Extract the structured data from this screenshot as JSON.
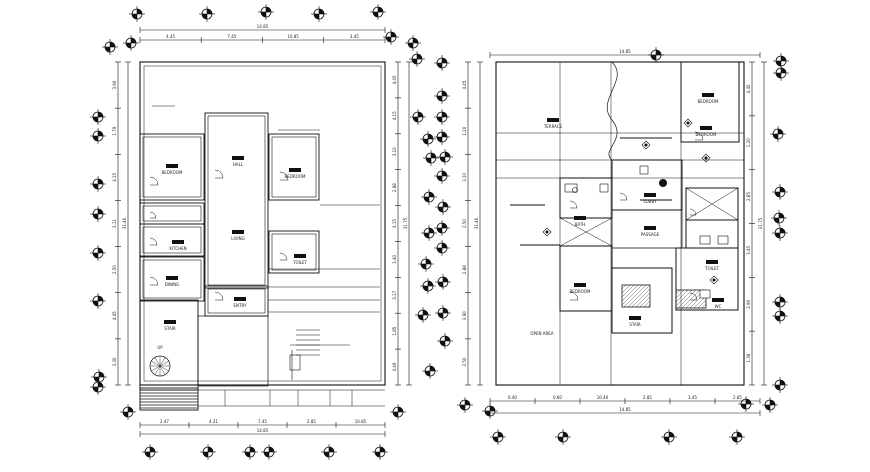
{
  "drawing": {
    "ink_color": "#111111",
    "background": "#ffffff",
    "hatch_color": "#333333"
  },
  "left_plan": {
    "top_dimension_total": "14.85",
    "top_dimensions": [
      "4.45",
      "7.45",
      "10.85",
      "3.45"
    ],
    "bottom_dimensions": [
      "2.47",
      "4.21",
      "7.45",
      "2.85",
      "10.85"
    ],
    "bottom_total": "14.85",
    "left_dimensions": [
      "3.90",
      "1.79",
      "4.15",
      "3.11",
      "2.50",
      "4.45",
      "3.30"
    ],
    "left_total": "31.46",
    "right_dimensions": [
      "4.45",
      "4.15",
      "3.10",
      "2.88",
      "4.15",
      "3.40",
      "3.17",
      "1.85",
      "4.49"
    ],
    "right_total": "31.75",
    "room_labels": [
      "BEDROOM",
      "HALL",
      "BEDROOM",
      "LIVING",
      "KITCHEN",
      "DINING",
      "TOILET",
      "ENTRY",
      "STAIR"
    ],
    "stair_label": "UP"
  },
  "right_plan": {
    "top_dimension": "14.85",
    "bottom_dimensions": [
      "0.40",
      "0.60",
      "10.40",
      "2.85",
      "3.45",
      "2.85"
    ],
    "bottom_total": "14.85",
    "left_dimensions": [
      "4.45",
      "1.20",
      "3.10",
      "2.50",
      "2.88",
      "3.90",
      "2.50"
    ],
    "left_total": "31.46",
    "right_dimensions": [
      "4.45",
      "1.20",
      "2.85",
      "3.45",
      "2.90",
      "1.38"
    ],
    "right_total": "31.75",
    "room_labels": [
      "TERRACE",
      "BEDROOM",
      "BATH",
      "LOBBY",
      "BEDROOM",
      "TOILET",
      "BEDROOM",
      "STAIR",
      "PASSAGE",
      "WC"
    ],
    "plot_label": "OPEN AREA"
  }
}
